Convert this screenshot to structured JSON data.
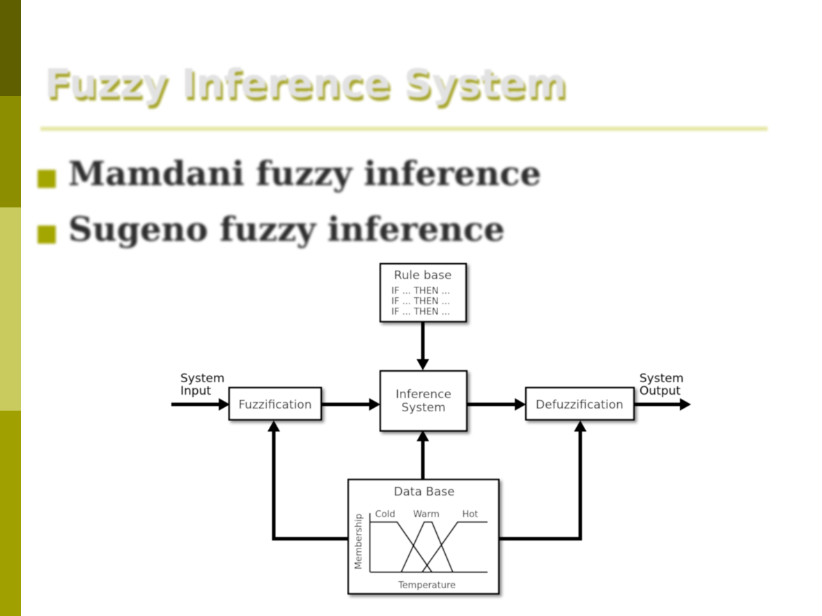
{
  "slide": {
    "title": "Fuzzy Inference System",
    "bullets": [
      "Mamdani fuzzy inference",
      "Sugeno fuzzy inference"
    ]
  },
  "colors": {
    "bar_dark": "#5f5f00",
    "bar_olive": "#8d8d00",
    "bar_pale": "#c9cb5e",
    "bar_mid": "#a0a000",
    "rule": "#e5e7a6",
    "bullet": "#a3a500"
  },
  "diagram": {
    "rule_base": {
      "title": "Rule base",
      "lines": [
        "IF ... THEN ...",
        "IF ... THEN ...",
        "IF ... THEN ..."
      ]
    },
    "system_input": [
      "System",
      "Input"
    ],
    "system_output": [
      "System",
      "Output"
    ],
    "fuzzification": "Fuzzification",
    "inference": [
      "Inference",
      "System"
    ],
    "defuzzification": "Defuzzification",
    "data_base": {
      "title": "Data Base",
      "ylabel": "Membership",
      "xlabel": "Temperature",
      "sets": [
        "Cold",
        "Warm",
        "Hot"
      ]
    }
  }
}
